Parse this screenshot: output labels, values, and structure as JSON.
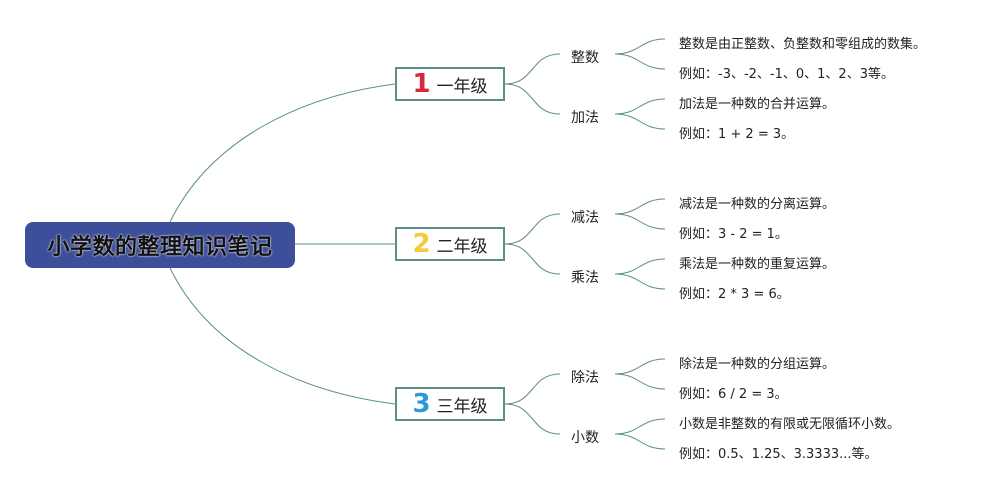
{
  "root": {
    "title": "小学数的整理知识笔记"
  },
  "grades": [
    {
      "number": "1",
      "label": "一年级",
      "color": "#d8283a",
      "topics": [
        {
          "name": "整数",
          "notes": [
            "整数是由正整数、负整数和零组成的数集。",
            "例如：-3、-2、-1、0、1、2、3等。"
          ]
        },
        {
          "name": "加法",
          "notes": [
            "加法是一种数的合并运算。",
            "例如：1 + 2 = 3。"
          ]
        }
      ]
    },
    {
      "number": "2",
      "label": "二年级",
      "color": "#f2cc3a",
      "topics": [
        {
          "name": "减法",
          "notes": [
            "减法是一种数的分离运算。",
            "例如：3 - 2 = 1。"
          ]
        },
        {
          "name": "乘法",
          "notes": [
            "乘法是一种数的重复运算。",
            "例如：2 * 3 = 6。"
          ]
        }
      ]
    },
    {
      "number": "3",
      "label": "三年级",
      "color": "#2a9ad6",
      "topics": [
        {
          "name": "除法",
          "notes": [
            "除法是一种数的分组运算。",
            "例如：6 / 2 = 3。"
          ]
        },
        {
          "name": "小数",
          "notes": [
            "小数是非整数的有限或无限循环小数。",
            "例如：0.5、1.25、3.3333...等。"
          ]
        }
      ]
    }
  ],
  "line_color": "#5a8f88"
}
